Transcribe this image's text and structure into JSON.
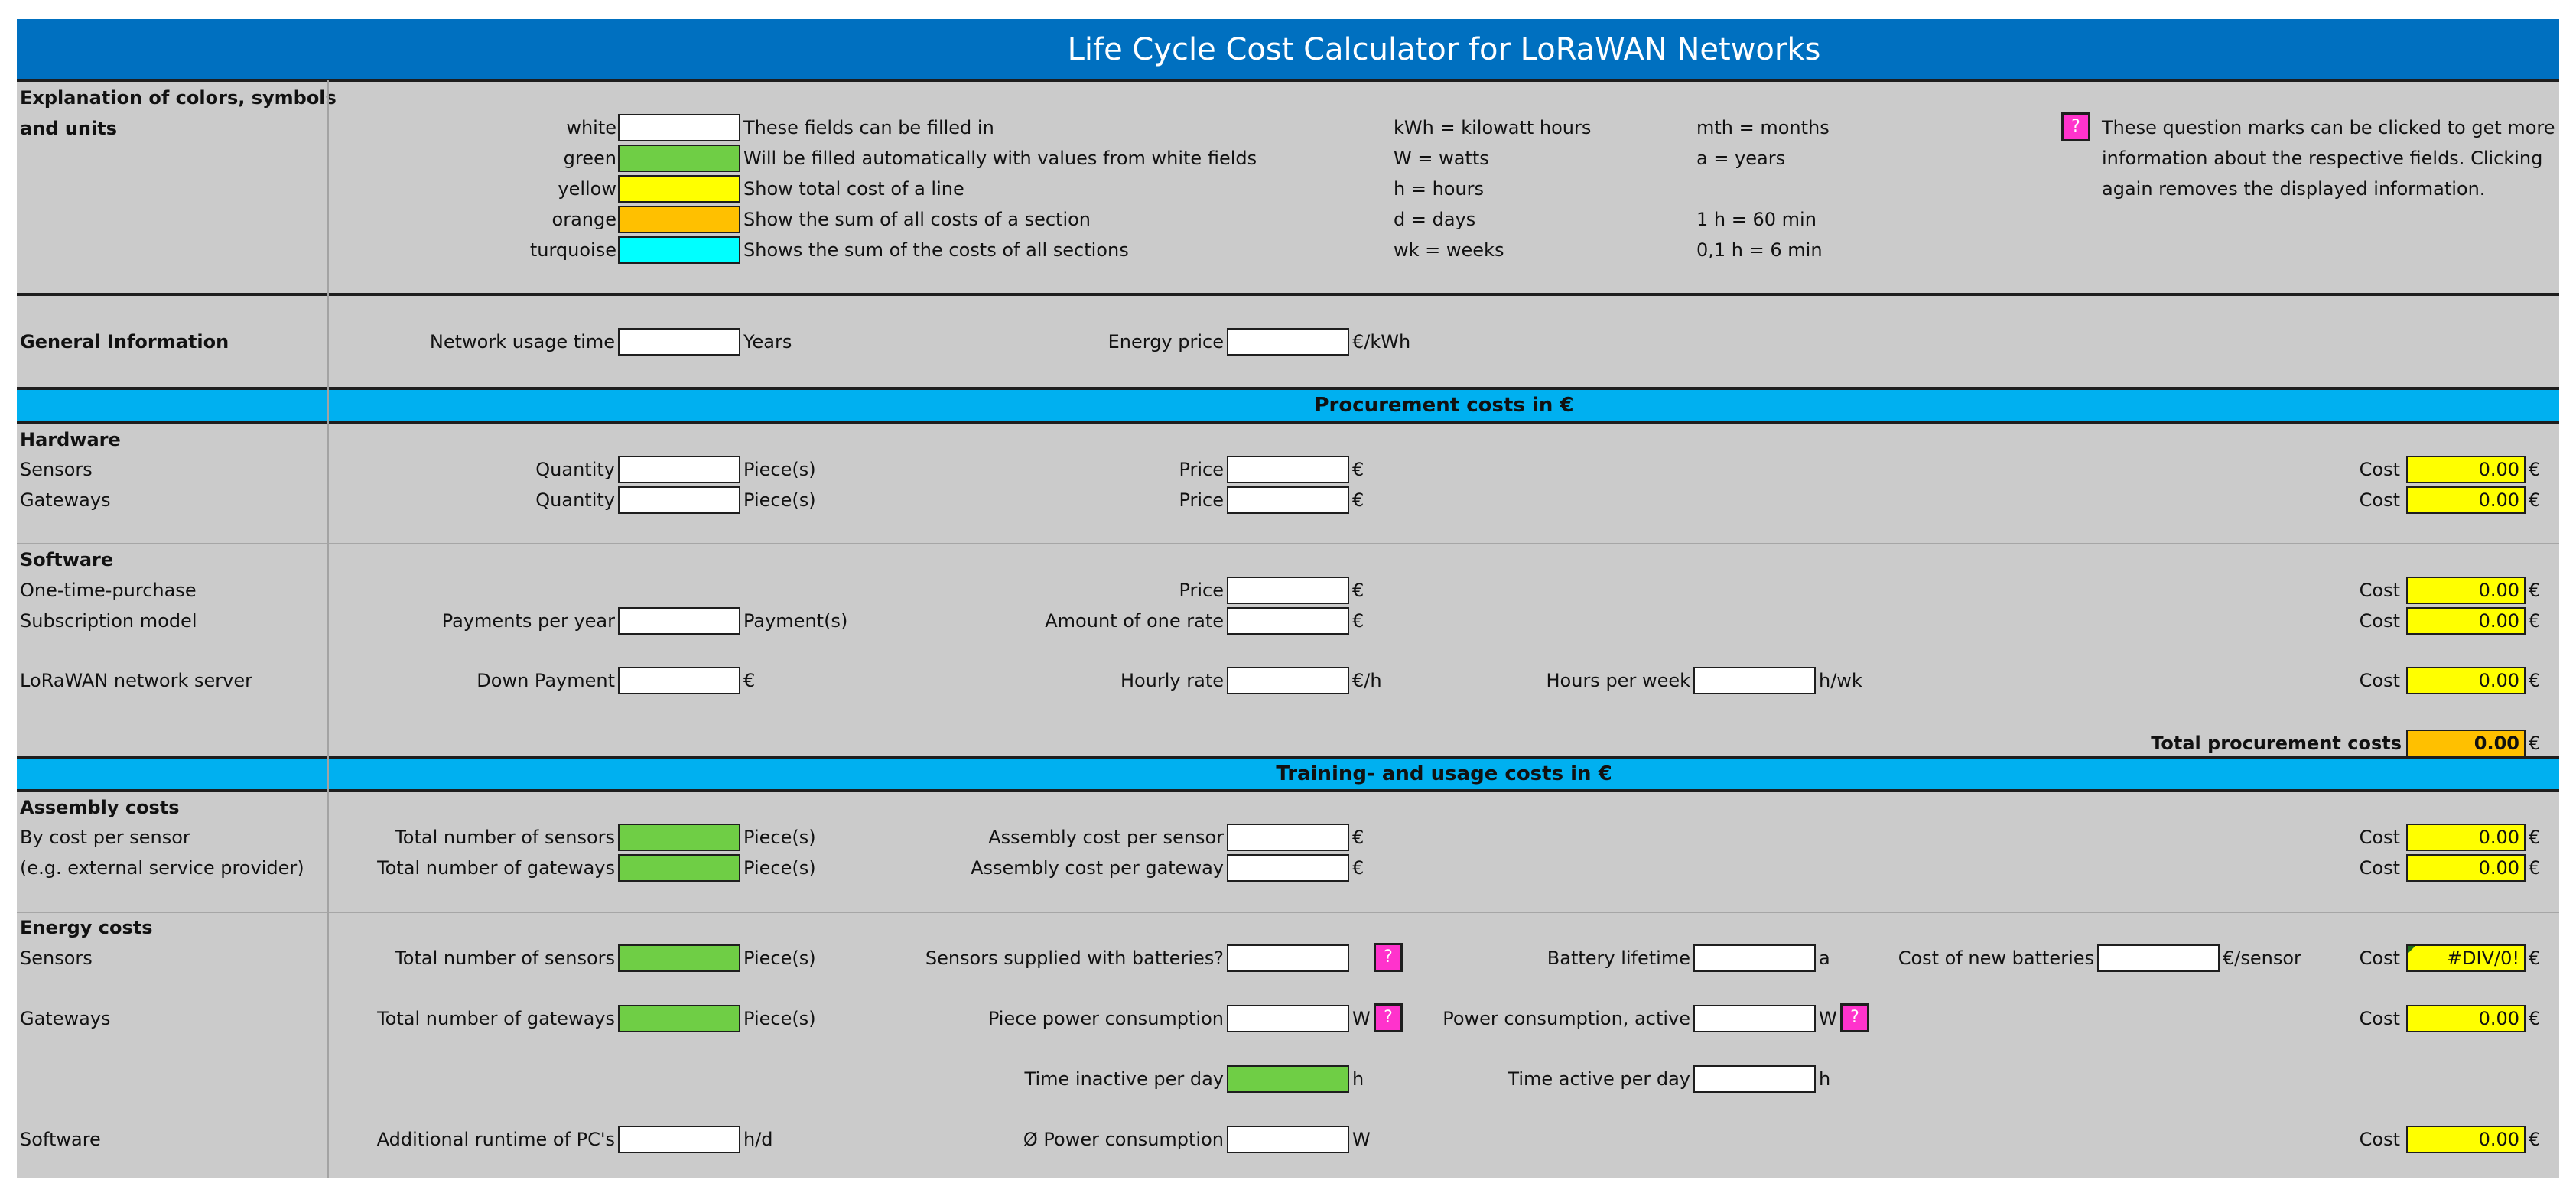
{
  "title": "Life Cycle Cost Calculator for LoRaWAN Networks",
  "legend": {
    "header_line1": "Explanation of colors, symbols",
    "header_line2": "and units",
    "colors": [
      {
        "name": "white",
        "desc": "These fields can be filled in",
        "hex": "#ffffff"
      },
      {
        "name": "green",
        "desc": "Will be filled automatically with values from white fields",
        "hex": "#6fce45"
      },
      {
        "name": "yellow",
        "desc": "Show total cost of a line",
        "hex": "#ffff00"
      },
      {
        "name": "orange",
        "desc": "Show the sum of all costs of a section",
        "hex": "#ffc000"
      },
      {
        "name": "turquoise",
        "desc": "Shows the sum of the costs of all sections",
        "hex": "#00ffff"
      }
    ],
    "units_col1": [
      "kWh = kilowatt hours",
      "W = watts",
      "h = hours",
      "d = days",
      "wk = weeks"
    ],
    "units_col2": [
      "mth = months",
      "a = years",
      "",
      "1 h = 60 min",
      "0,1 h = 6 min"
    ],
    "question_mark": "?",
    "question_text": [
      "These question marks can be clicked to get more",
      "information about the respective fields. Clicking",
      "again removes the displayed information."
    ]
  },
  "general": {
    "label": "General Information",
    "usage_label": "Network usage time",
    "usage_unit": "Years",
    "energy_label": "Energy price",
    "energy_unit": "€/kWh"
  },
  "procurement": {
    "title": "Procurement costs in €",
    "hardware_label": "Hardware",
    "sensors_label": "Sensors",
    "gateways_label": "Gateways",
    "quantity_label": "Quantity",
    "pieces_unit": "Piece(s)",
    "price_label": "Price",
    "euro": "€",
    "cost_label": "Cost",
    "software_label": "Software",
    "one_time_label": "One-time-purchase",
    "subscription_label": "Subscription model",
    "payments_label": "Payments per year",
    "payments_unit": "Payment(s)",
    "rate_label": "Amount of one rate",
    "server_label": "LoRaWAN network server",
    "down_payment_label": "Down Payment",
    "hourly_label": "Hourly rate",
    "hourly_unit": "€/h",
    "hours_week_label": "Hours per week",
    "hours_week_unit": "h/wk",
    "total_label": "Total procurement costs",
    "costs": [
      "0.00",
      "0.00",
      "0.00",
      "0.00",
      "0.00"
    ],
    "total": "0.00"
  },
  "training": {
    "title": "Training- and usage costs in €",
    "assembly_label": "Assembly costs",
    "by_cost_label": "By cost per sensor",
    "external_label": "(e.g. external service provider)",
    "total_sensors_label": "Total number of sensors",
    "total_gateways_label": "Total number of gateways",
    "assembly_sensor_label": "Assembly cost per sensor",
    "assembly_gateway_label": "Assembly cost per gateway",
    "energy_label": "Energy costs",
    "sensors_label": "Sensors",
    "gateways_label": "Gateways",
    "software_label": "Software",
    "batteries_label": "Sensors supplied with batteries?",
    "battery_life_label": "Battery lifetime",
    "battery_life_unit": "a",
    "new_batteries_label": "Cost of new batteries",
    "new_batteries_unit": "€/sensor",
    "piece_power_label": "Piece power consumption",
    "watt_unit": "W",
    "power_active_label": "Power consumption, active",
    "time_inactive_label": "Time inactive per day",
    "time_active_label": "Time active per day",
    "hour_unit": "h",
    "runtime_label": "Additional runtime of PC's",
    "runtime_unit": "h/d",
    "avg_power_label": "Ø Power consumption",
    "costs": [
      "0.00",
      "0.00",
      "#DIV/0!",
      "0.00",
      "0.00"
    ]
  }
}
